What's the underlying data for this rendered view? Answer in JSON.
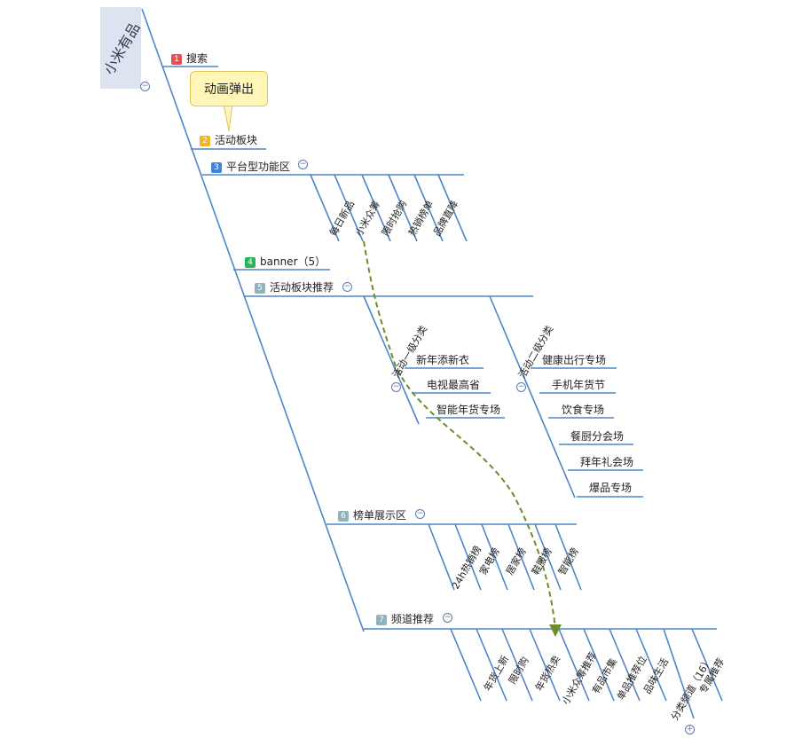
{
  "root": {
    "title": "小米有品"
  },
  "callout": {
    "text": "动画弹出"
  },
  "branches": [
    {
      "num": "1",
      "label": "搜索",
      "color": "#e05252"
    },
    {
      "num": "2",
      "label": "活动板块",
      "color": "#f5b320"
    },
    {
      "num": "3",
      "label": "平台型功能区",
      "color": "#3c86d9",
      "children": [
        "每日新品",
        "小米众筹",
        "限时抢购",
        "热销榜单",
        "品牌直降"
      ]
    },
    {
      "num": "4",
      "label": "banner（5）",
      "color": "#2bb55a"
    },
    {
      "num": "5",
      "label": "活动板块推荐",
      "color": "#8fb2bd",
      "groups": [
        {
          "label": "活动一级分类",
          "items": [
            "新年添新衣",
            "电视最高省",
            "智能年货专场"
          ]
        },
        {
          "label": "活动二级分类",
          "items": [
            "健康出行专场",
            "手机年货节",
            "饮食专场",
            "餐厨分会场",
            "拜年礼会场",
            "爆品专场"
          ]
        }
      ]
    },
    {
      "num": "6",
      "label": "榜单展示区",
      "color": "#8fb2bd",
      "children": [
        "24h热销榜",
        "家电榜",
        "居家榜",
        "鞋服榜",
        "智能榜"
      ]
    },
    {
      "num": "7",
      "label": "频道推荐",
      "color": "#8fb2bd",
      "children": [
        "年货上新",
        "限时购",
        "年货热卖",
        "小米众筹推荐",
        "有品市集",
        "单品推荐位",
        "品味生活",
        "分类频道（16）",
        "专属推荐"
      ]
    }
  ],
  "colors": {
    "line": "#4f86c6",
    "arrow": "#6e8c2a"
  }
}
